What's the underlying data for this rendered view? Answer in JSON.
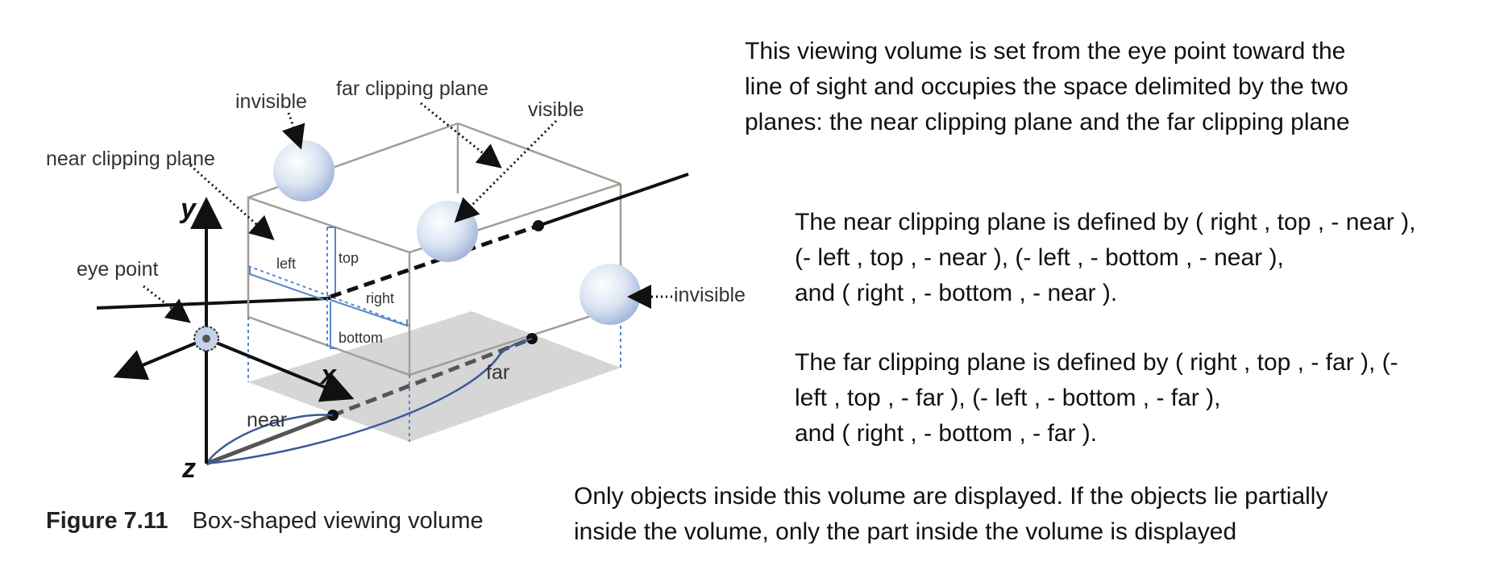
{
  "figure": {
    "labels": {
      "invisible_top": "invisible",
      "far_clipping_plane": "far clipping plane",
      "visible": "visible",
      "near_clipping_plane": "near clipping plane",
      "eye_point": "eye point",
      "invisible_right": "invisible",
      "left": "left",
      "top": "top",
      "right": "right",
      "bottom": "bottom",
      "near": "near",
      "far": "far",
      "axis_x": "x",
      "axis_y": "y",
      "axis_z": "z"
    },
    "caption_number": "Figure 7.11",
    "caption_text": "Box-shaped viewing volume"
  },
  "text": {
    "paragraph_1": "This viewing volume is set from the eye point toward the\nline of sight and occupies the space delimited by the two\nplanes: the near clipping plane and the far clipping plane",
    "paragraph_2": "The near clipping plane is defined by ( right ,  top , - near ),\n(- left ,  top , - near ), (- left , - bottom , - near ),\nand ( right , - bottom , - near ).",
    "paragraph_3": "The far clipping plane is defined by ( right ,  top , - far ), (-\nleft ,  top , - far ), (- left , - bottom , - far ),\nand ( right , - bottom , - far ).",
    "paragraph_4": "Only objects inside this volume are displayed. If the objects lie partially\ninside the volume, only  the part inside the volume is displayed"
  },
  "colors": {
    "box_edge": "#a59d95",
    "floor": "#d6d6d6",
    "sphere": "#c4d2ea",
    "curve_blue": "#3b5a9a",
    "dotted_blue": "#5b86c8"
  }
}
